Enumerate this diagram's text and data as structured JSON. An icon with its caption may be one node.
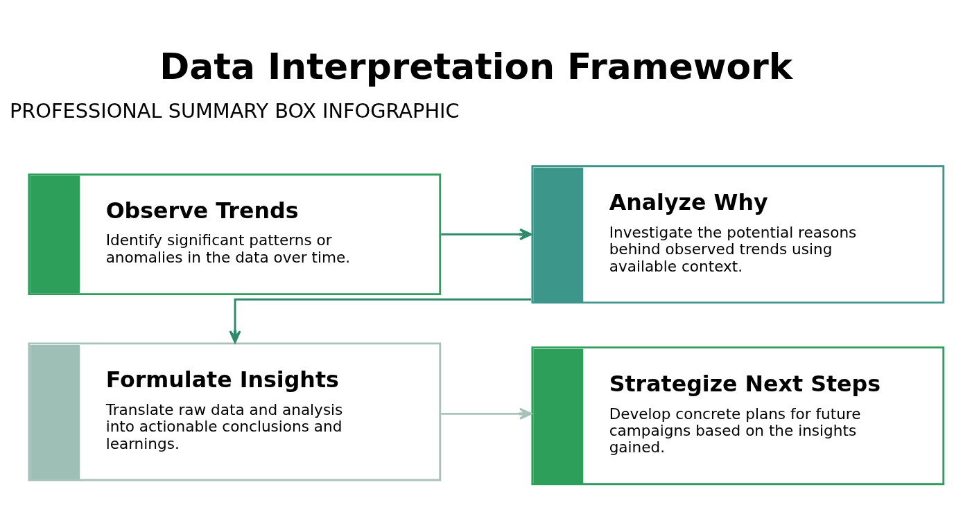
{
  "diagram": {
    "title": "Data Interpretation Framework",
    "nodes": [
      {
        "text": [
          "Observe Trends",
          "Identify significant patterns or anomalies in the data over time."
        ]
      },
      {
        "text": [
          "Analyze Why",
          "Investigate the potential reasons behind observed trends using available context."
        ]
      },
      {
        "text": [
          "Formulate Insights",
          "Translate raw data and analysis into actionable conclusions and learnings."
        ]
      },
      {
        "text": [
          "Strategize Next Steps",
          "Develop concrete plans for future campaigns based on the insights gained."
        ]
      }
    ],
    "edges": [
      {
        "from": 0,
        "to": 1,
        "arrow": "to"
      },
      {
        "from": 1,
        "to": 2,
        "arrow": "to"
      },
      {
        "from": 2,
        "to": 3,
        "arrow": "to",
        "color": "#a8c2ba"
      }
    ],
    "labels": [
      "PROFESSIONAL SUMMARY BOX INFOGRAPHIC"
    ]
  }
}
